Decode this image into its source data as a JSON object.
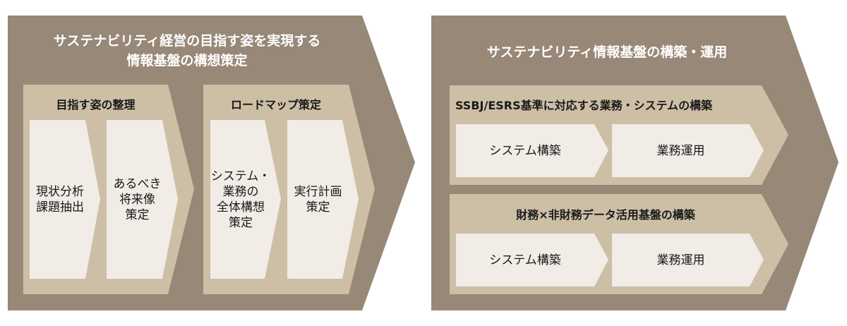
{
  "colors": {
    "outer": "#978877",
    "inner": "#cdbfa6",
    "card": "#f1ece6"
  },
  "left": {
    "title": "サステナビリティ経営の目指す姿を実現する\n情報基盤の構想策定",
    "groups": [
      {
        "heading": "目指す姿の整理",
        "steps": [
          "現状分析\n課題抽出",
          "あるべき\n将来像\n策定"
        ]
      },
      {
        "heading": "ロードマップ策定",
        "steps": [
          "システム・\n業務の\n全体構想\n策定",
          "実行計画\n策定"
        ]
      }
    ]
  },
  "right": {
    "title": "サステナビリティ情報基盤の構築・運用",
    "groups": [
      {
        "heading": "SSBJ/ESRS基準に対応する業務・システムの構築",
        "steps": [
          "システム構築",
          "業務運用"
        ]
      },
      {
        "heading": "財務×非財務データ活用基盤の構築",
        "steps": [
          "システム構築",
          "業務運用"
        ]
      }
    ]
  }
}
